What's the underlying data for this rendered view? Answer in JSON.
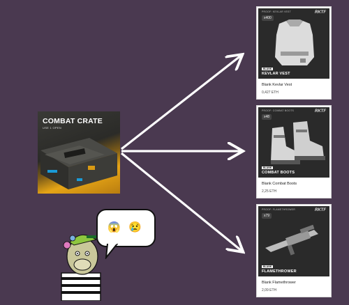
{
  "crate": {
    "title": "COMBAT CRATE",
    "subtitle": "USE 1 OPEN"
  },
  "cards": [
    {
      "top": "PROOF: KEVLAR VEST",
      "brand": "RKTF",
      "badge": "x400",
      "tag": "BLANK",
      "img_title": "KEVLAR VEST",
      "name": "Blank Kevlar Vest",
      "price": "0,427 ETH"
    },
    {
      "top": "PROOF: COMBAT BOOTS",
      "brand": "RKTF",
      "badge": "x48",
      "tag": "BLANK",
      "img_title": "COMBAT BOOTS",
      "name": "Blank Combat Boots",
      "price": "2,25 ETH"
    },
    {
      "top": "PROOF: FLAMETHROWER",
      "brand": "RKTF",
      "badge": "x79",
      "tag": "BLANK",
      "img_title": "FLAMETHROWER",
      "name": "Blank Flamethrower",
      "price": "2,09 ETH"
    }
  ],
  "bubble": {
    "emoji_1": "😱",
    "emoji_2": "😢"
  },
  "colors": {
    "background": "#4a3950",
    "arrow": "#ffffff",
    "crate_accent": "#e6a516"
  }
}
